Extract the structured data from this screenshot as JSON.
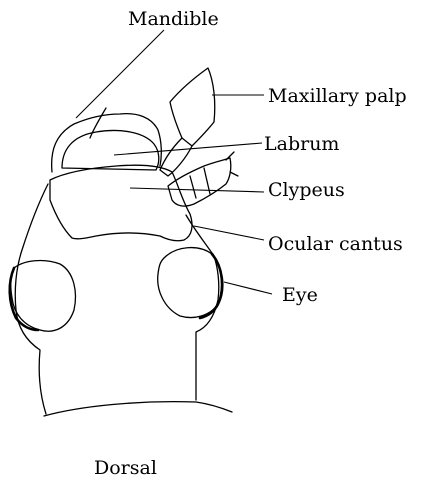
{
  "diagram": {
    "view_caption": "Dorsal",
    "labels": {
      "mandible": "Mandible",
      "maxillary_palp": "Maxillary palp",
      "labrum": "Labrum",
      "clypeus": "Clypeus",
      "ocular_cantus": "Ocular cantus",
      "eye": "Eye"
    }
  }
}
